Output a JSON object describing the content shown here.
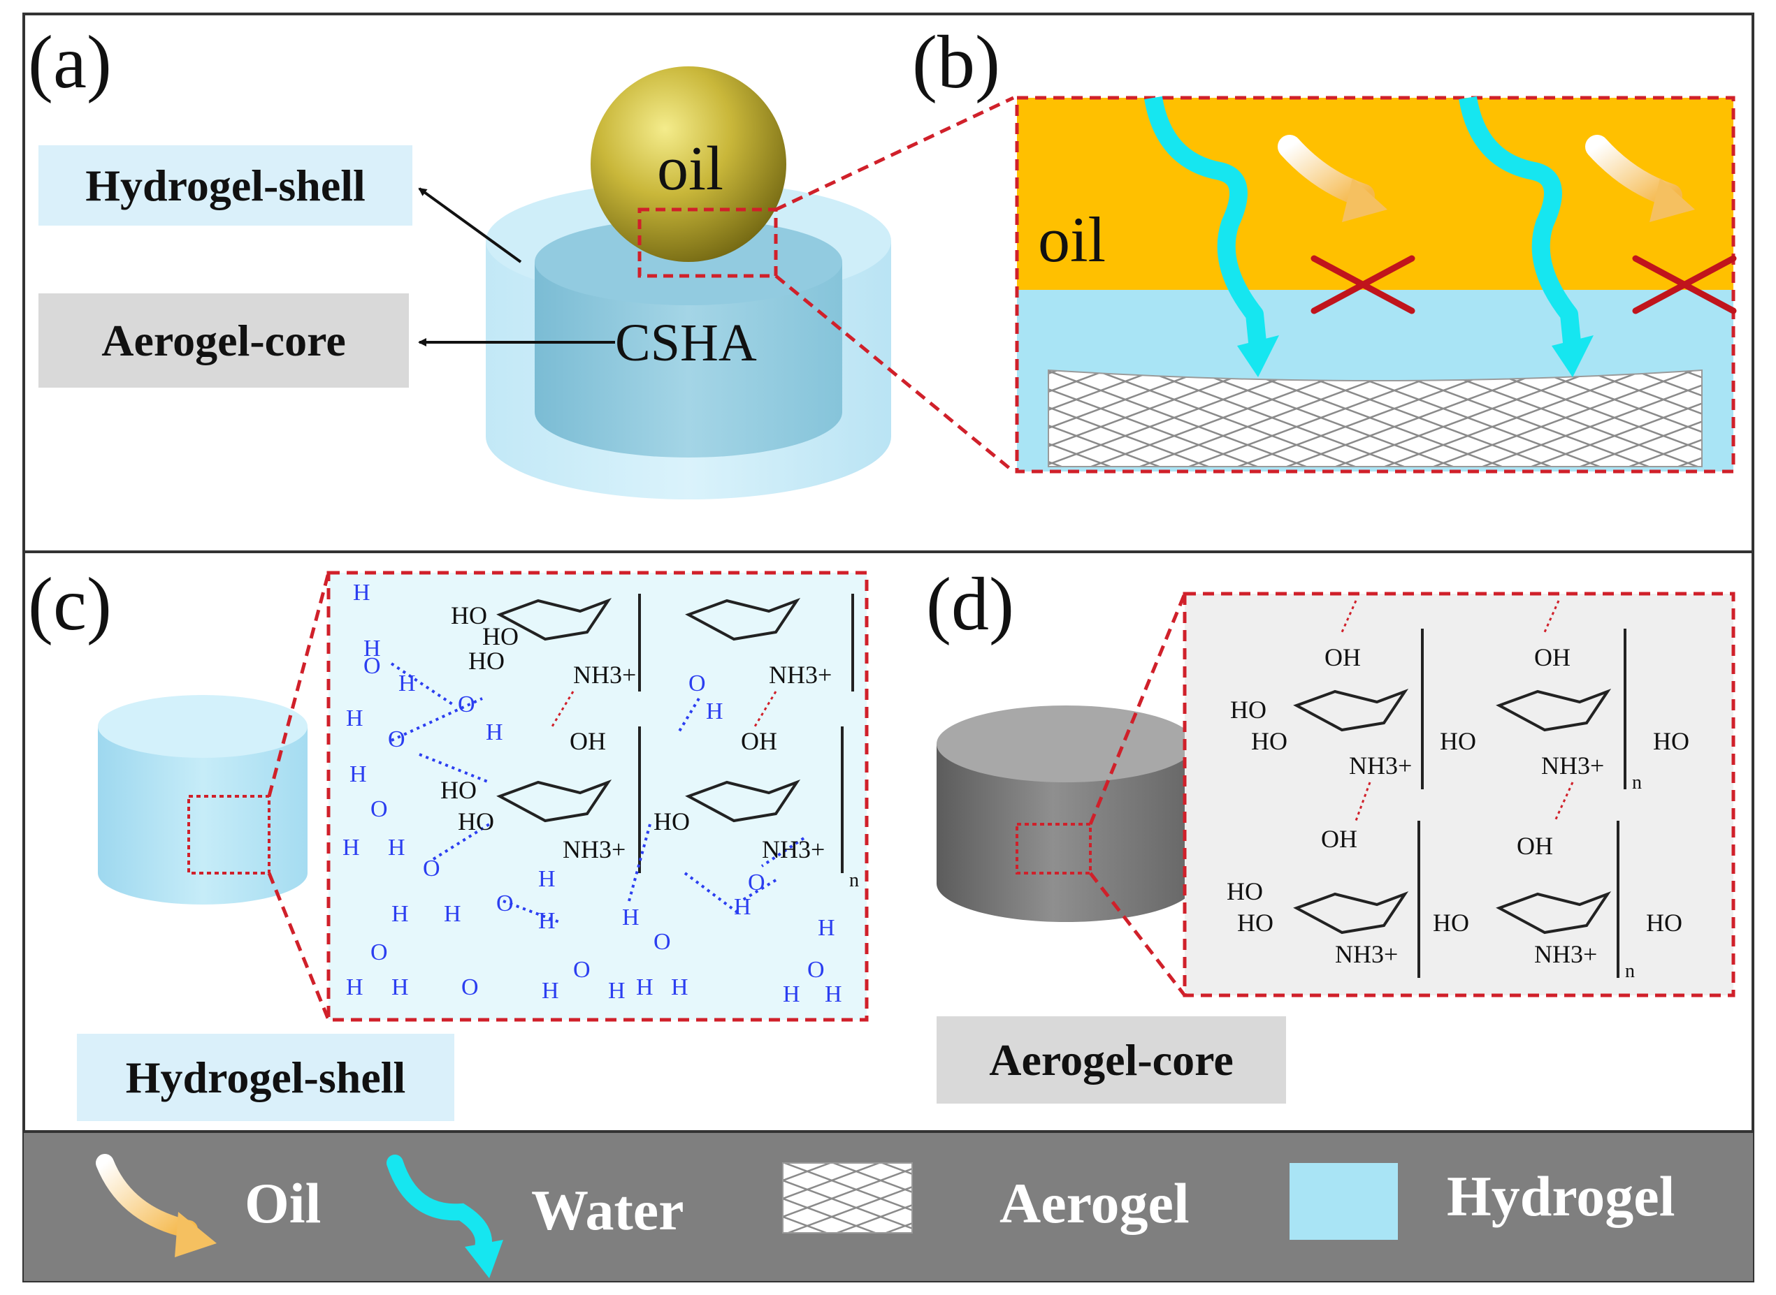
{
  "panels": {
    "a": {
      "letter": "(a)",
      "hydrogel_label": "Hydrogel-shell",
      "aerogel_label": "Aerogel-core",
      "oil_label": "oil",
      "core_label": "CSHA"
    },
    "b": {
      "letter": "(b)",
      "oil_label": "oil"
    },
    "c": {
      "letter": "(c)",
      "label": "Hydrogel-shell",
      "chem_labels": [
        "HO",
        "HO",
        "HO",
        "NH3+",
        "NH3+",
        "OH",
        "OH",
        "HO",
        "HO",
        "HO",
        "NH3+",
        "NH3+",
        "n"
      ],
      "water_atoms": [
        "H",
        "O"
      ]
    },
    "d": {
      "letter": "(d)",
      "label": "Aerogel-core",
      "chem_labels": [
        "OH",
        "OH",
        "HO",
        "HO",
        "HO",
        "HO",
        "NH3+",
        "NH3+",
        "n",
        "OH",
        "OH",
        "HO",
        "HO",
        "HO",
        "HO",
        "NH3+",
        "NH3+",
        "n"
      ]
    }
  },
  "legend": {
    "items": [
      {
        "label": "Oil",
        "icon": "oil-arrow-icon"
      },
      {
        "label": "Water",
        "icon": "water-arrow-icon"
      },
      {
        "label": "Aerogel",
        "icon": "mesh-icon"
      },
      {
        "label": "Hydrogel",
        "icon": "hydrogel-swatch-icon"
      }
    ]
  },
  "colors": {
    "oil_layer": "#ffc000",
    "hydrogel": "#a9e4f5",
    "water_arrow": "#16e6f0",
    "dashed_red": "#d0202a",
    "legend_bg": "#7f7f7f",
    "tag_blue_bg": "#daf0fa",
    "tag_gray_bg": "#d9d9d9",
    "h_bond_blue": "#2b3ef0"
  }
}
